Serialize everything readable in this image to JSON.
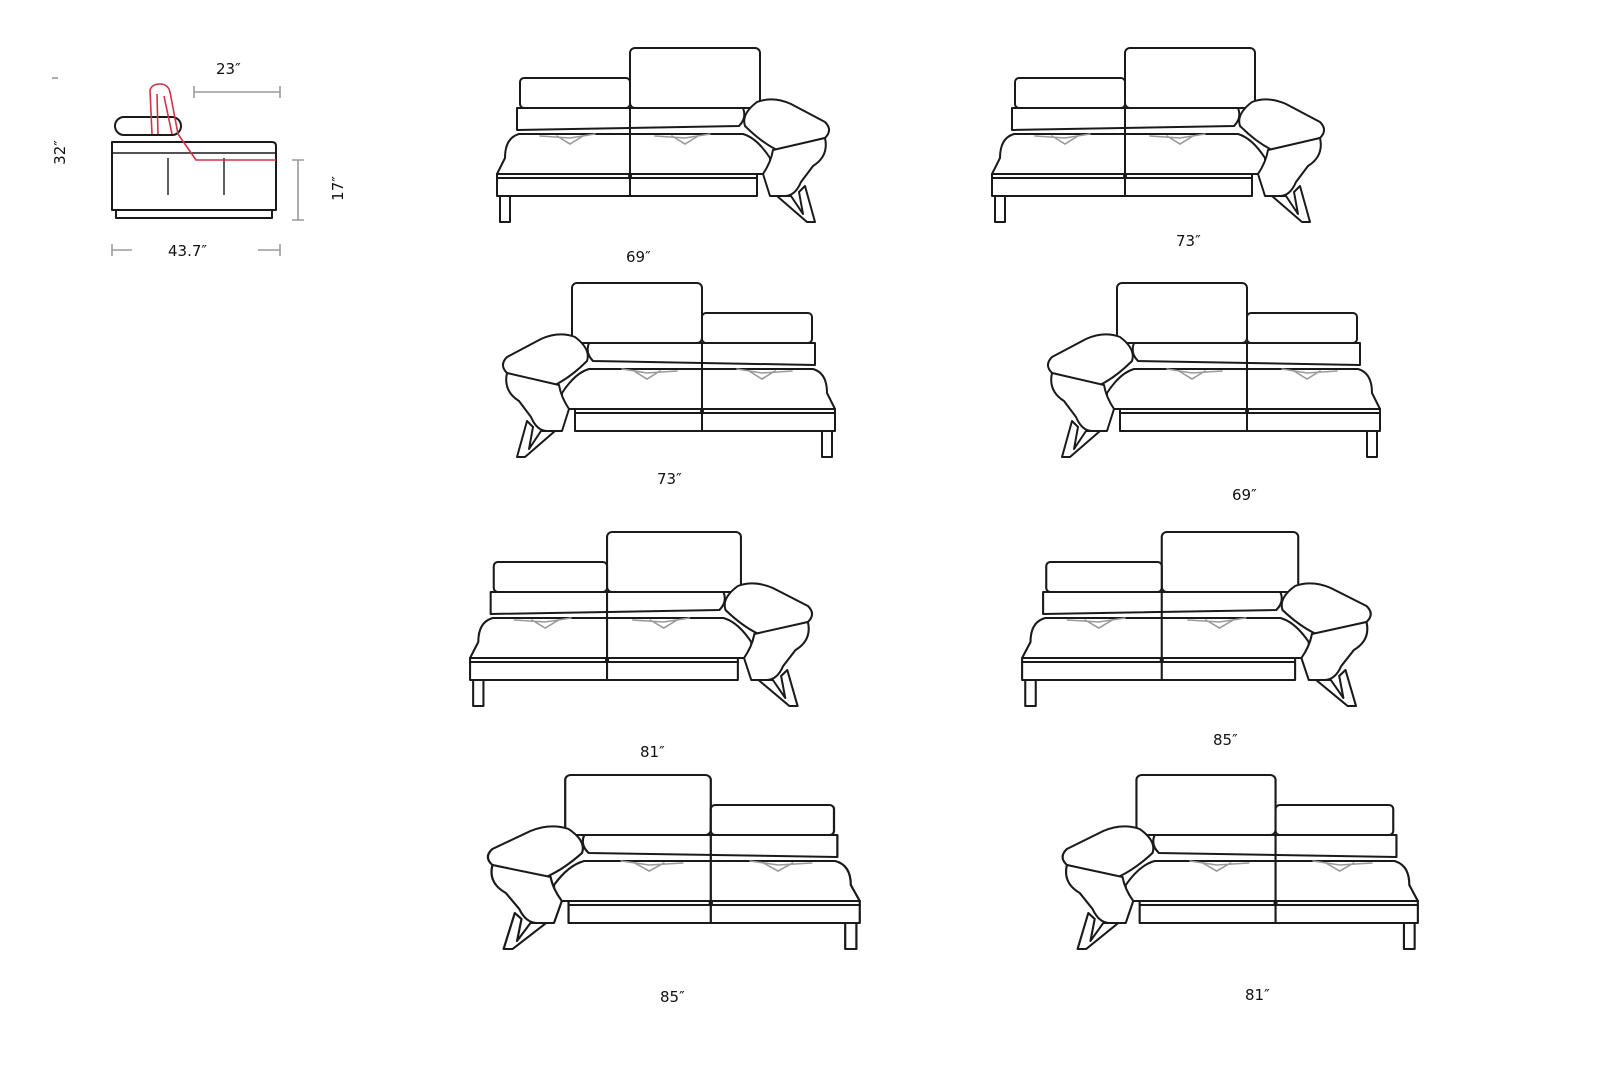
{
  "side_view": {
    "height_label": "32″",
    "depth_label": "23″",
    "seat_height_label": "17″",
    "total_depth_label": "43.7″"
  },
  "sofas": [
    {
      "label": "69″",
      "arm": "right",
      "tall_back": "right"
    },
    {
      "label": "73″",
      "arm": "right",
      "tall_back": "right"
    },
    {
      "label": "73″",
      "arm": "left",
      "tall_back": "left"
    },
    {
      "label": "69″",
      "arm": "left",
      "tall_back": "left"
    },
    {
      "label": "81″",
      "arm": "right",
      "tall_back": "right"
    },
    {
      "label": "85″",
      "arm": "right",
      "tall_back": "right"
    },
    {
      "label": "85″",
      "arm": "left",
      "tall_back": "left"
    },
    {
      "label": "81″",
      "arm": "left",
      "tall_back": "left"
    }
  ],
  "colors": {
    "line": "#1a1a1a",
    "stitch": "#9a9a9a",
    "accent": "#d0324a"
  }
}
